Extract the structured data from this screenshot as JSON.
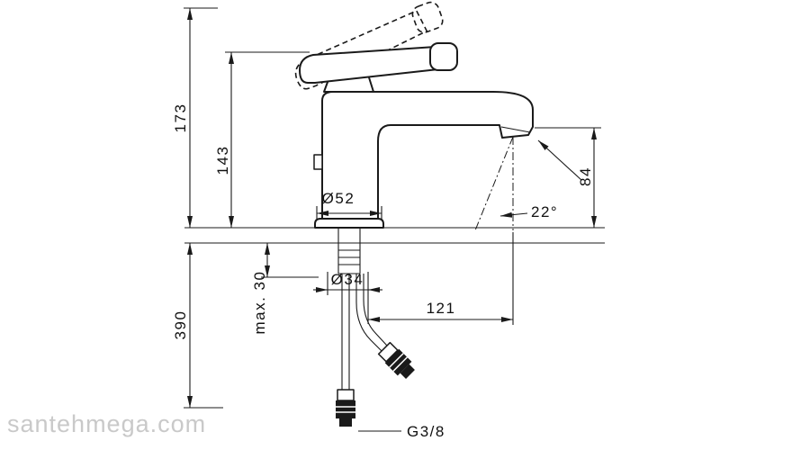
{
  "colors": {
    "line": "#1a1a1a",
    "background": "#ffffff",
    "watermark": "#c9c9c9"
  },
  "labels": {
    "total_height": "173",
    "height_to_handle": "143",
    "base_diameter": "Ø52",
    "outlet_height": "84",
    "spray_angle": "22°",
    "max_mounting_depth": "max. 30",
    "shank_diameter": "Ø34",
    "spout_reach": "121",
    "hose_length": "390",
    "thread": "G3/8"
  },
  "watermark": {
    "text": "santehmega.com"
  }
}
